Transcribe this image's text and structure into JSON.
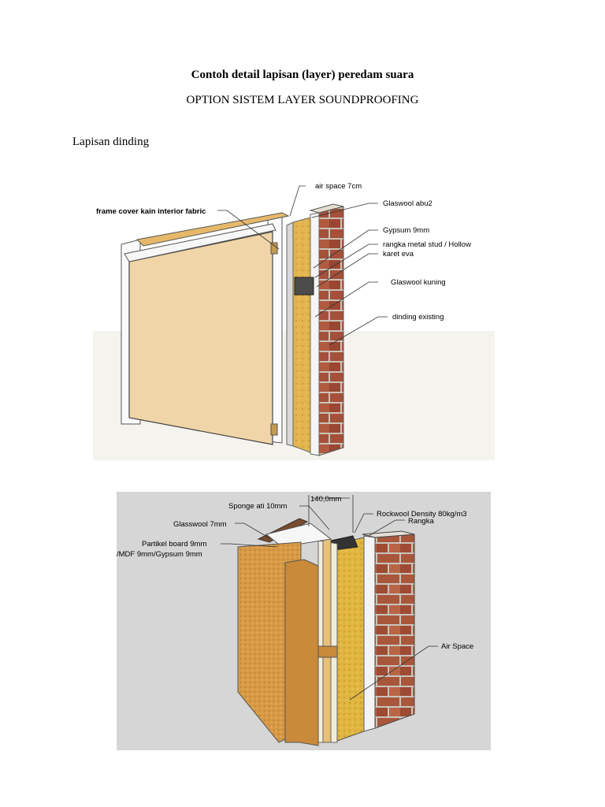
{
  "document": {
    "title": "Contoh detail lapisan (layer) peredam suara",
    "subtitle": "OPTION SISTEM LAYER SOUNDPROOFING",
    "section_heading": "Lapisan dinding"
  },
  "figure1": {
    "labels": {
      "air_space": "air space 7cm",
      "frame_cover": "frame cover kain interior fabric",
      "glaswool_abu": "Glaswool abu2",
      "gypsum": "Gypsum 9mm",
      "rangka": "rangka metal stud / Hollow",
      "karet": "karet eva",
      "glaswool_kuning": "Glaswool kuning",
      "dinding": "dinding existing"
    }
  },
  "figure2": {
    "labels": {
      "dimension": "140,0mm",
      "sponge": "Sponge ati 10mm",
      "rockwool": "Rockwool Density  80kg/m3",
      "rangka": "Rangka",
      "glasswool": "Glasswool 7mm",
      "partikel1": "Partikel board 9mm",
      "partikel2": "/MDF 9mm/Gypsum 9mm",
      "air_space": "Air Space"
    }
  }
}
